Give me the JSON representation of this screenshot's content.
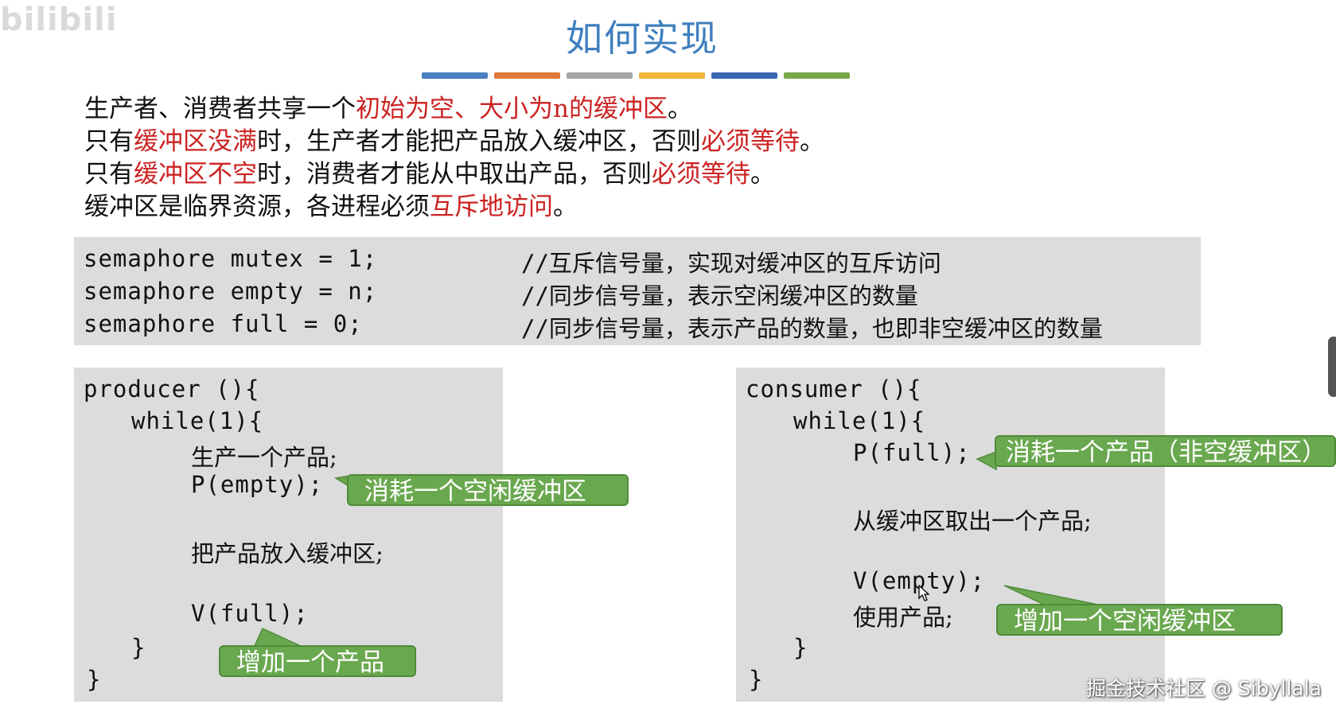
{
  "logo": "bilibili",
  "title": "如何实现",
  "colors": {
    "title": "#3f7fbf",
    "emphasis": "#cc2222",
    "code_bg": "#dcdcdc",
    "callout": "#6aa84f",
    "bars": [
      "#4a7fbf",
      "#e07a3a",
      "#a6a6a6",
      "#f0b63b",
      "#3a68b0",
      "#78a84a"
    ]
  },
  "intro": [
    {
      "a": "生产者、消费者共享一个",
      "b": "初始为空、大小为n的缓冲区",
      "c": "。",
      "d": "",
      "e": ""
    },
    {
      "a": "只有",
      "b": "缓冲区没满",
      "c": "时，生产者才能把产品放入缓冲区，否则",
      "d": "必须等待",
      "e": "。"
    },
    {
      "a": "只有",
      "b": "缓冲区不空",
      "c": "时，消费者才能从中取出产品，否则",
      "d": "必须等待",
      "e": "。"
    },
    {
      "a": "缓冲区是临界资源，各进程必须",
      "b": "互斥地访问",
      "c": "。",
      "d": "",
      "e": ""
    }
  ],
  "semaphores": [
    {
      "code": "semaphore mutex = 1;",
      "slashes": "//",
      "comment": "互斥信号量，实现对缓冲区的互斥访问"
    },
    {
      "code": "semaphore empty = n;",
      "slashes": "//",
      "comment": "同步信号量，表示空闲缓冲区的数量"
    },
    {
      "code": "semaphore full = 0;",
      "slashes": "//",
      "comment": "同步信号量，表示产品的数量，也即非空缓冲区的数量"
    }
  ],
  "producer": {
    "header": "producer (){",
    "loop": "while(1){",
    "produce": "生产一个产品;",
    "p_empty": "P(empty);",
    "put": "把产品放入缓冲区;",
    "v_full": "V(full);",
    "close_loop": "}",
    "close_fn": "}",
    "callout_p": "消耗一个空闲缓冲区",
    "callout_v": "增加一个产品"
  },
  "consumer": {
    "header": "consumer (){",
    "loop": "while(1){",
    "p_full": "P(full);",
    "take": "从缓冲区取出一个产品;",
    "v_empty": "V(empty);",
    "use": "使用产品;",
    "close_loop": "}",
    "close_fn": "}",
    "callout_p": "消耗一个产品（非空缓冲区）",
    "callout_v": "增加一个空闲缓冲区"
  },
  "watermark": "掘金技术社区 @ Sibyllala"
}
